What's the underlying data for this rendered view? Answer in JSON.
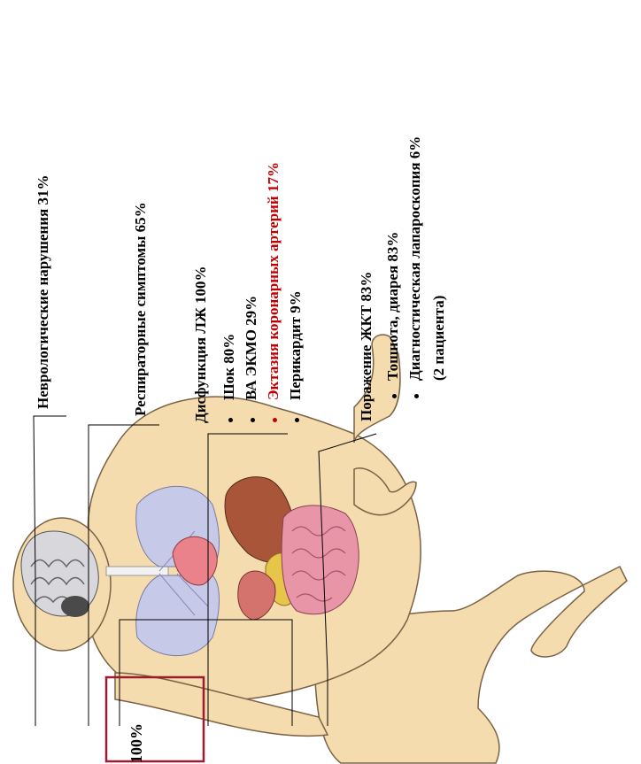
{
  "labels": {
    "neuro": "Неврологические нарушения 31%",
    "resp": "Респираторные симптомы 65%",
    "lv": "Дисфункция ЛЖ 100%",
    "lv_items": [
      "Шок 80%",
      "ВА ЭКМО 29%",
      "Эктазия коронарных артерий 17%",
      "Перикардит 9%"
    ],
    "gi": "Поражение ЖКТ 83%",
    "gi_items": [
      "Тошнота, диарея 83%",
      "Диагностическая лапароскопия 6%"
    ],
    "gi_note": "(2 пациента)",
    "box_text": "100%"
  },
  "colors": {
    "highlight": "#c00000",
    "box_border": "#9b1b30",
    "skin": "#f4dcae",
    "skin_outline": "#7a6244",
    "lungs": "#c7c9e8",
    "heart": "#e9828a",
    "liver": "#a8553a",
    "intestine": "#e995a8",
    "gallbladder": "#e6c54a"
  }
}
